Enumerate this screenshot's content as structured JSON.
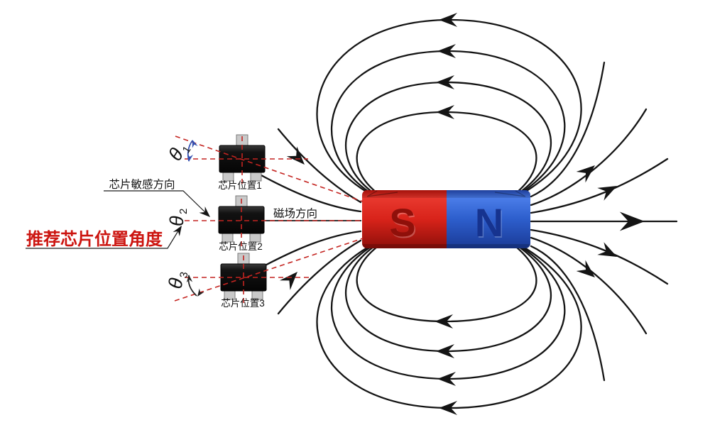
{
  "diagram": {
    "labels": {
      "sensitive_direction": "芯片敏感方向",
      "recommended_position_angle": "推荐芯片位置角度",
      "field_direction": "磁场方向"
    },
    "chips": [
      {
        "label": "芯片位置1",
        "theta": "θ",
        "sub": "1"
      },
      {
        "label": "芯片位置2",
        "theta": "θ",
        "sub": "2"
      },
      {
        "label": "芯片位置3",
        "theta": "θ",
        "sub": "3"
      }
    ],
    "magnet": {
      "south": "S",
      "north": "N"
    },
    "colors": {
      "south_red": "#d01f15",
      "north_blue": "#2d5ecc",
      "axis_red": "#c42420",
      "field_line": "#141414",
      "recommended_text": "#cc1510",
      "angle_arc_blue": "#3450b0"
    }
  }
}
